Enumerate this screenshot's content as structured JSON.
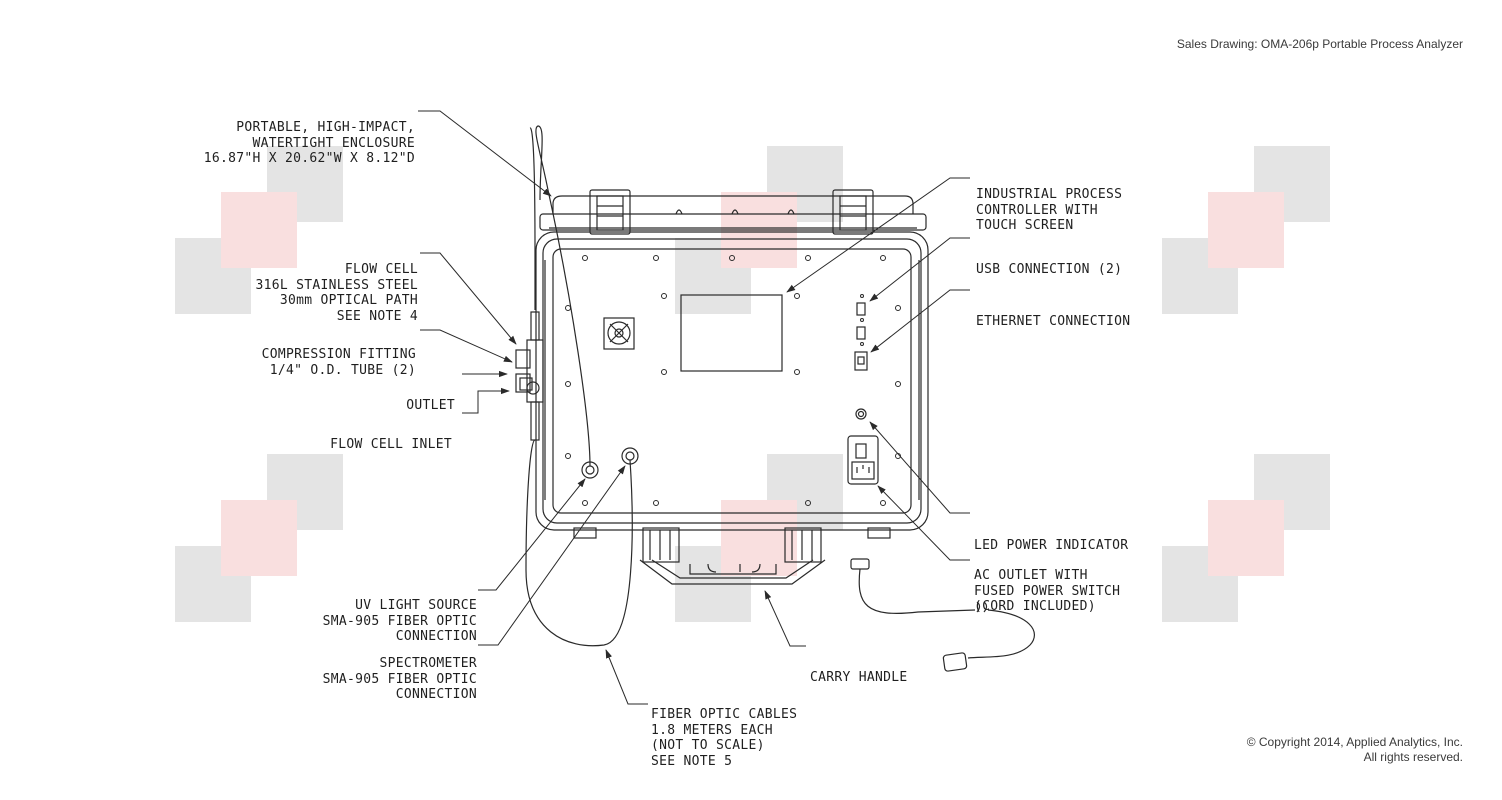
{
  "header": {
    "title": "Sales Drawing: OMA-206p Portable Process Analyzer"
  },
  "footer": {
    "copyright": "© Copyright 2014, Applied Analytics, Inc.",
    "rights": "All rights reserved."
  },
  "callouts": {
    "enclosure": [
      "PORTABLE, HIGH-IMPACT,",
      "WATERTIGHT ENCLOSURE",
      "16.87\"H X 20.62\"W X 8.12\"D"
    ],
    "flow_cell": [
      "FLOW CELL",
      "316L STAINLESS STEEL",
      "30mm OPTICAL PATH",
      "SEE NOTE 4"
    ],
    "compression_fitting": [
      "COMPRESSION FITTING",
      "1/4\" O.D. TUBE (2)"
    ],
    "outlet": [
      "OUTLET"
    ],
    "flow_cell_inlet": [
      "FLOW CELL INLET"
    ],
    "uv_light_source": [
      "UV LIGHT SOURCE",
      "SMA-905 FIBER OPTIC",
      "CONNECTION"
    ],
    "spectrometer": [
      "SPECTROMETER",
      "SMA-905 FIBER OPTIC",
      "CONNECTION"
    ],
    "fiber_optic_cables": [
      "FIBER OPTIC CABLES",
      "1.8 METERS EACH",
      "(NOT TO SCALE)",
      "SEE NOTE 5"
    ],
    "carry_handle": [
      "CARRY HANDLE"
    ],
    "process_controller": [
      "INDUSTRIAL PROCESS",
      "CONTROLLER WITH",
      "TOUCH SCREEN"
    ],
    "usb_connection": [
      "USB CONNECTION (2)"
    ],
    "ethernet_connection": [
      "ETHERNET CONNECTION"
    ],
    "led_power_indicator": [
      "LED POWER INDICATOR"
    ],
    "ac_outlet": [
      "AC OUTLET WITH",
      "FUSED POWER SWITCH",
      "(CORD INCLUDED)"
    ]
  },
  "colors": {
    "line": "#2a2a2a",
    "watermark_gray": "#e3e3e3",
    "watermark_pink": "#f9dede"
  }
}
